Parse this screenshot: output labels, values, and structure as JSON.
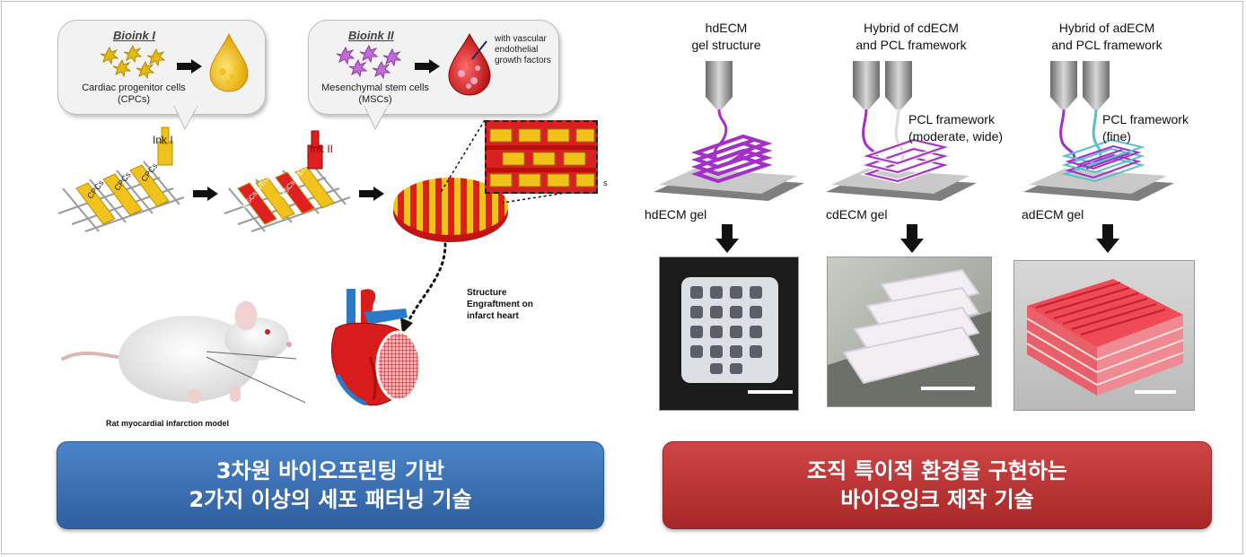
{
  "left": {
    "bioink1": {
      "title": "Bioink I",
      "cells_label": "Cardiac progenitor cells",
      "cells_abbr": "(CPCs)"
    },
    "bioink2": {
      "title": "Bioink II",
      "cells_label": "Mesenchymal stem cells",
      "cells_abbr": "(MSCs)",
      "factor_label": "with vascular endothelial growth factors"
    },
    "ink1_label": "Ink I",
    "ink2_label": "Ink II",
    "rod_label_cpcs": "CPCs",
    "rod_label_msc": "MSCs+VEGF",
    "structure_note": "Structure Engraftment on infarct heart",
    "rat_caption": "Rat myocardial infarction model",
    "stray_mark": "s"
  },
  "right": {
    "col1": {
      "title_line1": "hdECM",
      "title_line2": "gel structure",
      "gel_label": "hdECM gel"
    },
    "col2": {
      "title_line1": "Hybrid of cdECM",
      "title_line2": "and PCL framework",
      "pcl_line1": "PCL framework",
      "pcl_line2": "(moderate, wide)",
      "gel_label": "cdECM gel"
    },
    "col3": {
      "title_line1": "Hybrid of adECM",
      "title_line2": "and PCL framework",
      "pcl_line1": "PCL framework",
      "pcl_line2": "(fine)",
      "gel_label": "adECM gel"
    }
  },
  "buttons": {
    "left_line1": "3차원 바이오프린팅 기반",
    "left_line2": "2가지 이상의 세포 패터닝 기술",
    "right_line1": "조직 특이적 환경을 구현하는",
    "right_line2": "바이오잉크 제작 기술"
  },
  "colors": {
    "blue_button": "#3a70b5",
    "red_button": "#bf3535",
    "purple_ink": "#a230c8",
    "cyan_pcl": "#5ac0c8"
  }
}
